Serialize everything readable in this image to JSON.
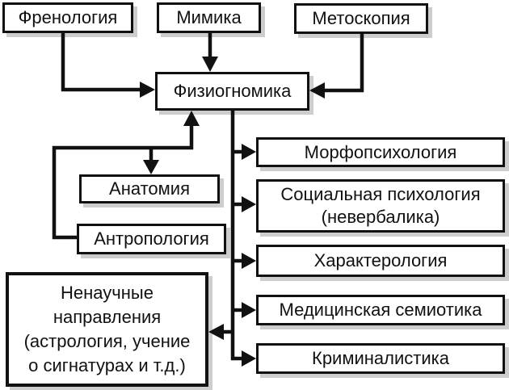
{
  "colors": {
    "background": "#ffffff",
    "box_fill": "#ffffff",
    "line": "#111111",
    "text": "#111111",
    "shadow": "#cdcdcd"
  },
  "nodes": {
    "frenologiya": {
      "label": "Френология"
    },
    "mimika": {
      "label": "Мимика"
    },
    "metoskopiya": {
      "label": "Метоскопия"
    },
    "fiziognomika": {
      "label": "Физиогномика"
    },
    "anatomiya": {
      "label": "Анатомия"
    },
    "antropologiya": {
      "label": "Антропология"
    },
    "morfopsihologiya": {
      "label": "Морфопсихология"
    },
    "sotsialnaya_psihologiya": {
      "line1": "Социальная психология",
      "line2": "(невербалика)"
    },
    "harakterologiya": {
      "label": "Характерология"
    },
    "meditsinskaya_semiotika": {
      "label": "Медицинская семиотика"
    },
    "kriminalistika": {
      "label": "Криминалистика"
    },
    "nenauchnye_napravleniya": {
      "line1": "Ненаучные",
      "line2": "направления",
      "line3": "(астрология, учение",
      "line4": "о сигнатурах и т.д.)"
    }
  },
  "edges": [
    {
      "from": "frenologiya",
      "to": "fiziognomika"
    },
    {
      "from": "mimika",
      "to": "fiziognomika"
    },
    {
      "from": "metoskopiya",
      "to": "fiziognomika"
    },
    {
      "from": "antropologiya",
      "to": "fiziognomika"
    },
    {
      "from": "fiziognomika",
      "to": "anatomiya"
    },
    {
      "from": "fiziognomika",
      "to": "morfopsihologiya"
    },
    {
      "from": "fiziognomika",
      "to": "sotsialnaya_psihologiya"
    },
    {
      "from": "fiziognomika",
      "to": "harakterologiya"
    },
    {
      "from": "fiziognomika",
      "to": "meditsinskaya_semiotika"
    },
    {
      "from": "fiziognomika",
      "to": "kriminalistika"
    },
    {
      "from": "fiziognomika",
      "to": "nenauchnye_napravleniya"
    }
  ]
}
